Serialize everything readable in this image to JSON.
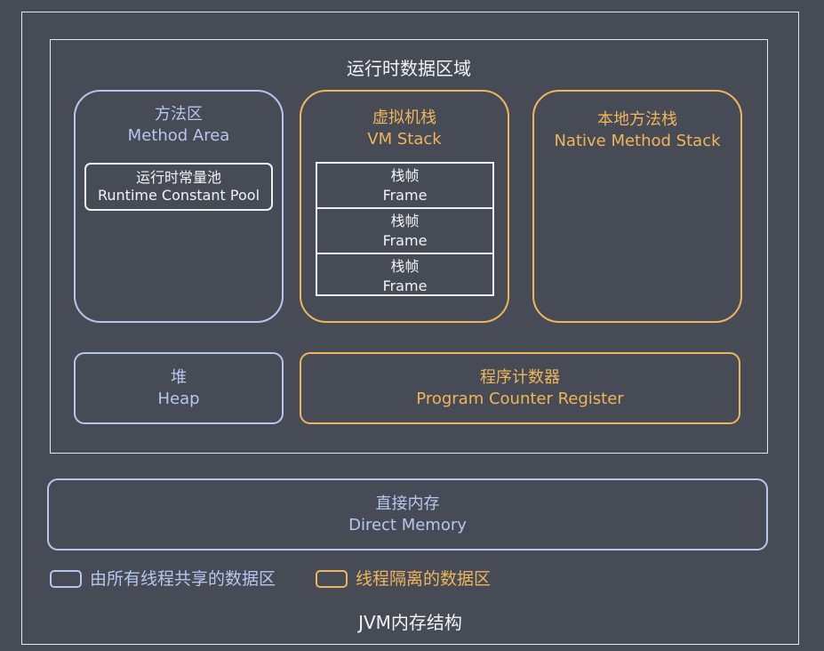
{
  "diagram": {
    "runtime_data_area": {
      "title": "运行时数据区域"
    },
    "method_area": {
      "title_cn": "方法区",
      "title_en": "Method Area",
      "constant_pool": {
        "title_cn": "运行时常量池",
        "title_en": "Runtime Constant Pool"
      }
    },
    "vm_stack": {
      "title_cn": "虚拟机栈",
      "title_en": "VM Stack",
      "frames": [
        {
          "cn": "栈帧",
          "en": "Frame"
        },
        {
          "cn": "栈帧",
          "en": "Frame"
        },
        {
          "cn": "栈帧",
          "en": "Frame"
        }
      ]
    },
    "native_method_stack": {
      "title_cn": "本地方法栈",
      "title_en": "Native Method Stack"
    },
    "heap": {
      "title_cn": "堆",
      "title_en": "Heap"
    },
    "program_counter": {
      "title_cn": "程序计数器",
      "title_en": "Program Counter Register"
    },
    "direct_memory": {
      "title_cn": "直接内存",
      "title_en": "Direct Memory"
    },
    "legend": [
      {
        "label": "由所有线程共享的数据区",
        "color": "#b7c6ee"
      },
      {
        "label": "线程隔离的数据区",
        "color": "#efb55a"
      }
    ],
    "caption": "JVM内存结构"
  },
  "colors": {
    "background": "#474b55",
    "shared": "#b7c6ee",
    "isolated": "#efb55a",
    "frame": "#e6e8ee"
  }
}
